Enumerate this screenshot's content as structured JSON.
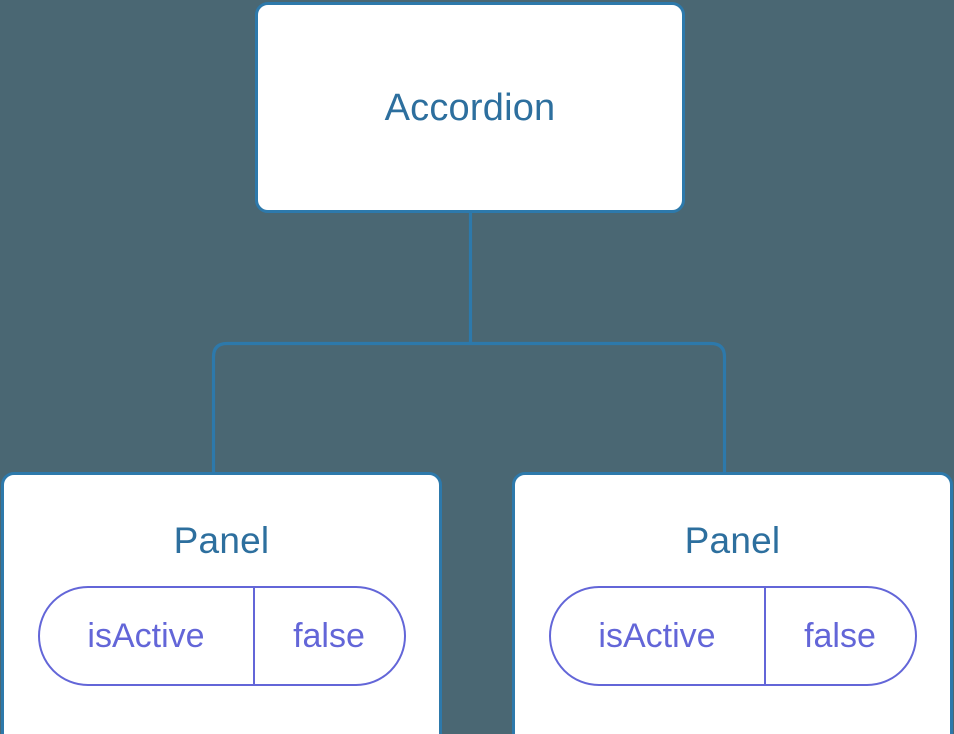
{
  "diagram": {
    "type": "component-tree",
    "background_color": "#4a6773",
    "node_fill_color": "#ffffff",
    "node_border_color": "#2d79ab",
    "node_title_color": "#2d6f9e",
    "edge_color": "#2d79ab",
    "state_accent_color": "#6366d8",
    "root": {
      "title": "Accordion"
    },
    "children": [
      {
        "title": "Panel",
        "state": {
          "key": "isActive",
          "value": "false"
        }
      },
      {
        "title": "Panel",
        "state": {
          "key": "isActive",
          "value": "false"
        }
      }
    ]
  }
}
